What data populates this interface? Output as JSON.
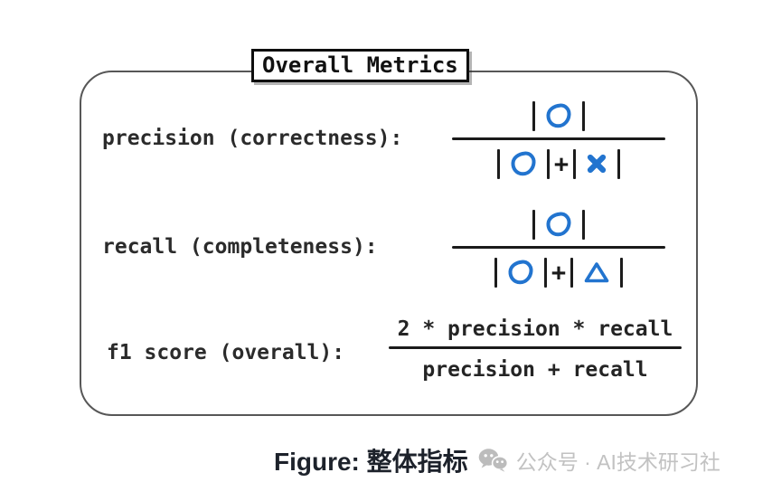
{
  "title": "Overall Metrics",
  "metrics": [
    {
      "id": "precision",
      "label": "precision (correctness):",
      "numerator_symbols": [
        "pipe",
        "circle",
        "pipe"
      ],
      "denominator_symbols": [
        "pipe",
        "circle",
        "pipe",
        "plus",
        "pipe",
        "x",
        "pipe"
      ]
    },
    {
      "id": "recall",
      "label": "recall (completeness):",
      "numerator_symbols": [
        "pipe",
        "circle",
        "pipe"
      ],
      "denominator_symbols": [
        "pipe",
        "circle",
        "pipe",
        "plus",
        "pipe",
        "triangle",
        "pipe"
      ]
    },
    {
      "id": "f1",
      "label": "f1 score (overall):",
      "numerator_text": "2 * precision * recall",
      "denominator_text": "precision + recall"
    }
  ],
  "glyphs": {
    "plus": "+"
  },
  "caption": {
    "prefix": "Figure:",
    "text": "整体指标"
  },
  "watermark": {
    "icon": "wechat-icon",
    "text": "公众号 · AI技术研习社"
  },
  "colors": {
    "accent_blue": "#2274cf",
    "ink": "#1f1f1f",
    "label_ink": "#2b2b2b",
    "panel_border": "#575757",
    "caption_ink": "#1d222b",
    "watermark_gray": "#c2c2c2",
    "background": "#ffffff"
  }
}
